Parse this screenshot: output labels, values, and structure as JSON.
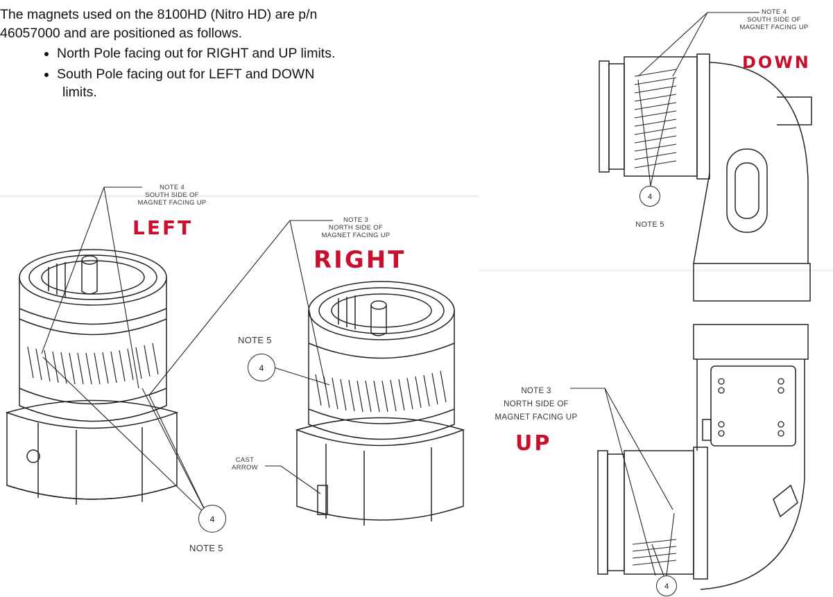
{
  "intro": {
    "line1": "The magnets used on the 8100HD (Nitro HD) are p/n",
    "line2": "46057000 and are positioned as follows.",
    "bullets": [
      "North Pole facing out for RIGHT and UP limits.",
      "South Pole facing out for LEFT and DOWN",
      "limits."
    ]
  },
  "left_view": {
    "note": [
      "NOTE 4",
      "SOUTH SIDE OF",
      "MAGNET FACING UP"
    ],
    "direction": "LEFT",
    "callout": "4",
    "callout_note": "NOTE 5"
  },
  "middle_view": {
    "note": [
      "NOTE 3",
      "NORTH SIDE OF",
      "MAGNET FACING UP"
    ],
    "direction": "RIGHT",
    "callout": "4",
    "callout_note": "NOTE 5",
    "cast_arrow": [
      "CAST",
      "ARROW"
    ]
  },
  "top_right_view": {
    "note": [
      "NOTE 4",
      "SOUTH SIDE OF",
      "MAGNET FACING UP"
    ],
    "direction": "DOWN",
    "callout": "4",
    "callout_note": "NOTE 5"
  },
  "bottom_right_view": {
    "note": [
      "NOTE 3",
      "NORTH SIDE OF",
      "MAGNET FACING UP"
    ],
    "direction": "UP",
    "callout": "4"
  },
  "colors": {
    "annotation_red": "#c8102e",
    "line": "#222222"
  }
}
